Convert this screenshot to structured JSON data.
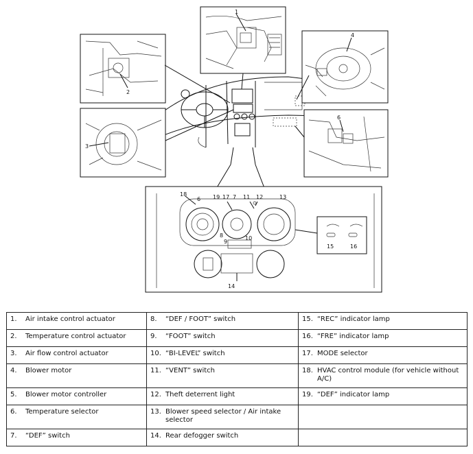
{
  "callouts": {
    "c1": "1",
    "c2": "2",
    "c3": "3",
    "c4": "4",
    "c6": "6",
    "d18": "18",
    "d6": "6",
    "d19": "19",
    "d17": "17",
    "d7": "7",
    "d11": "11",
    "d12": "12",
    "d13": "13",
    "d8": "8",
    "d9": "9",
    "d10": "10",
    "d14": "14",
    "d15": "15",
    "d16": "16"
  },
  "legend": [
    [
      {
        "n": "1.",
        "t": "Air intake control actuator"
      },
      {
        "n": "8.",
        "t": "“DEF / FOOT” switch"
      },
      {
        "n": "15.",
        "t": "“REC” indicator lamp"
      }
    ],
    [
      {
        "n": "2.",
        "t": "Temperature control actuator"
      },
      {
        "n": "9.",
        "t": "“FOOT” switch"
      },
      {
        "n": "16.",
        "t": "“FRE” indicator lamp"
      }
    ],
    [
      {
        "n": "3.",
        "t": "Air flow control actuator"
      },
      {
        "n": "10.",
        "t": "“BI-LEVEL” switch"
      },
      {
        "n": "17.",
        "t": "MODE selector"
      }
    ],
    [
      {
        "n": "4.",
        "t": "Blower motor"
      },
      {
        "n": "11.",
        "t": "“VENT” switch"
      },
      {
        "n": "18.",
        "t": "HVAC control module (for vehicle without A/C)"
      }
    ],
    [
      {
        "n": "5.",
        "t": "Blower motor controller"
      },
      {
        "n": "12.",
        "t": "Theft deterrent light"
      },
      {
        "n": "19.",
        "t": "“DEF” indicator lamp"
      }
    ],
    [
      {
        "n": "6.",
        "t": "Temperature selector"
      },
      {
        "n": "13.",
        "t": "Blower speed selector / Air intake selector"
      },
      {
        "n": "",
        "t": ""
      }
    ],
    [
      {
        "n": "7.",
        "t": "“DEF” switch"
      },
      {
        "n": "14.",
        "t": "Rear defogger switch"
      },
      {
        "n": "",
        "t": ""
      }
    ]
  ]
}
